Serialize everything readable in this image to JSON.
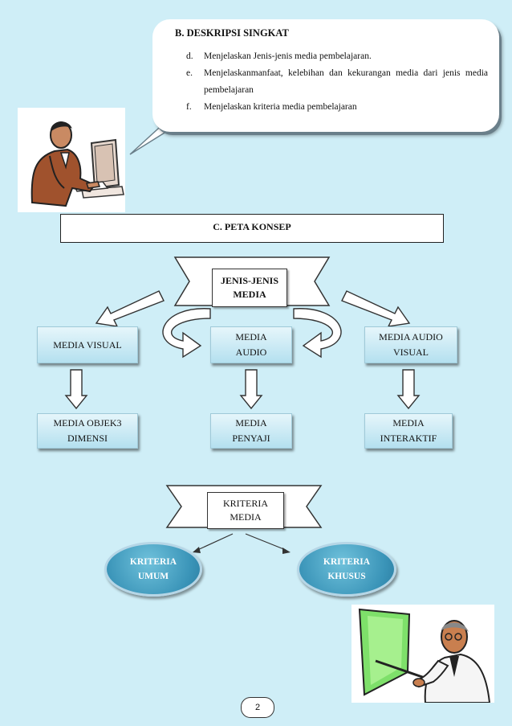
{
  "deskripsi": {
    "title": "B. DESKRIPSI SINGKAT",
    "items": [
      {
        "letter": "d.",
        "text": "Menjelaskan Jenis-jenis media pembelajaran."
      },
      {
        "letter": "e.",
        "text": "Menjelaskanmanfaat, kelebihan dan kekurangan media dari jenis media pembelajaran"
      },
      {
        "letter": "f.",
        "text": "Menjelaskan kriteria media pembelajaran"
      }
    ]
  },
  "peta": {
    "title": "C. PETA KONSEP"
  },
  "jenis": {
    "label": "JENIS-JENIS MEDIA"
  },
  "media": {
    "visual": "MEDIA VISUAL",
    "audio": "MEDIA AUDIO",
    "audio_visual": "MEDIA AUDIO VISUAL",
    "objek": "MEDIA OBJEK3 DIMENSI",
    "penyaji": "MEDIA PENYAJI",
    "interaktif": "MEDIA INTERAKTIF"
  },
  "kriteria": {
    "label": "KRITERIA MEDIA",
    "umum": "KRITERIA UMUM",
    "khusus": "KRITERIA KHUSUS"
  },
  "page": {
    "number": "2"
  },
  "colors": {
    "background": "#cfeef7",
    "box": "#b4e0ef",
    "circle": "#3a94b8"
  },
  "icons": {
    "top": "person-at-computer-illustration",
    "bottom": "teacher-pointing-board-illustration"
  }
}
